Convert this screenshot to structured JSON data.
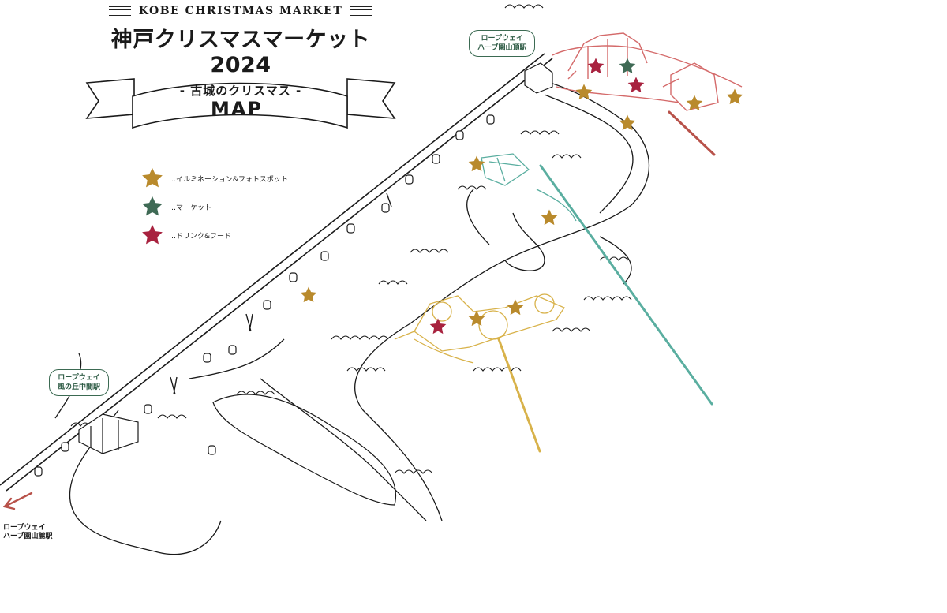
{
  "header": {
    "eyebrow": "KOBE CHRISTMAS MARKET",
    "title": "神戸クリスマスマーケット 2024",
    "subtitle": "- 古城のクリスマス -",
    "banner": "MAP"
  },
  "legend": [
    {
      "label": "…イルミネーション&フォトスポット",
      "color": "#b98a2c",
      "icon": "star-icon"
    },
    {
      "label": "…マーケット",
      "color": "#3f6a55",
      "icon": "star-icon"
    },
    {
      "label": "…ドリンク&フード",
      "color": "#a8223f",
      "icon": "star-icon"
    }
  ],
  "stations": {
    "top": {
      "line1": "ロープウェイ",
      "line2": "ハーブ園山頂駅"
    },
    "middle": {
      "line1": "ロープウェイ",
      "line2": "風の丘中間駅"
    },
    "bottom": {
      "line1": "ロープウェイ",
      "line2": "ハーブ園山麓駅"
    }
  },
  "colors": {
    "gold": "#b98a2c",
    "green": "#3f6a55",
    "red": "#a8223f",
    "castle_pink": "#d46a6a",
    "teal": "#5aaea0",
    "yellow": "#d8b24a"
  }
}
